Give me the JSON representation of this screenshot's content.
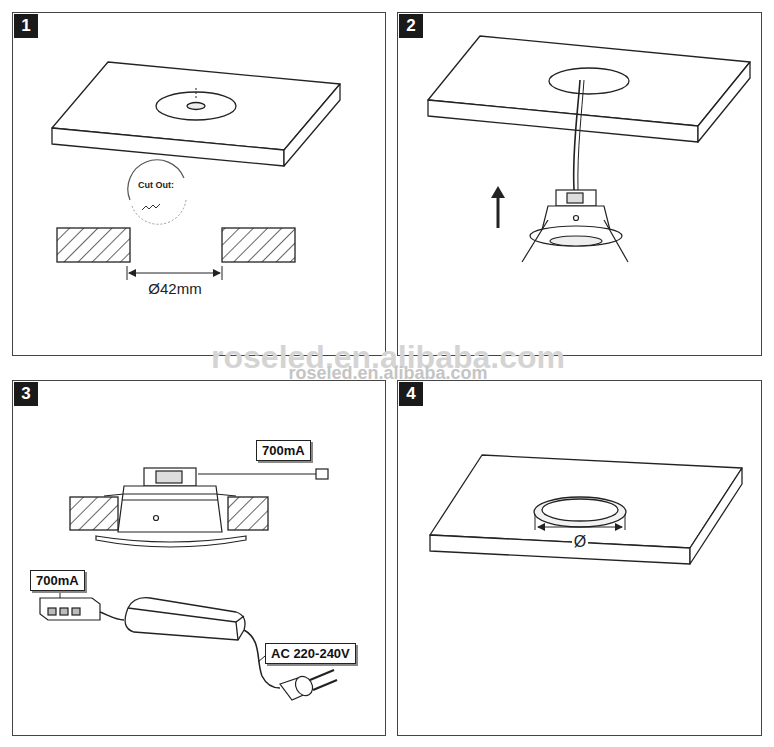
{
  "diagram": {
    "nodes": [
      {
        "text": [
          "1"
        ]
      },
      {
        "text": [
          "2"
        ]
      },
      {
        "text": [
          "3"
        ]
      },
      {
        "text": [
          "4"
        ]
      },
      {
        "text": [
          "700mA"
        ]
      },
      {
        "text": [
          "700mA"
        ]
      },
      {
        "text": [
          "AC 220-240V"
        ]
      }
    ],
    "labels": [
      "Cut Out:",
      "Ø42mm",
      "Ø",
      "roseled.en.alibaba.com",
      "roseled.en.alibaba.com"
    ]
  }
}
